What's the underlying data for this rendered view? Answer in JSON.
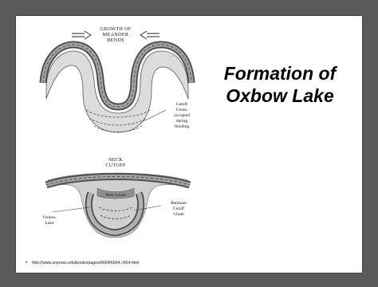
{
  "slide": {
    "title_line1": "Formation of",
    "title_line2": "Oxbow Lake"
  },
  "diagram_top": {
    "label_line1": "GROWTH OF",
    "label_line2": "MEANDER",
    "label_line3": "BENDS",
    "cutoff_note": [
      "Cutoff",
      "Chute,",
      "occupied",
      "during",
      "flooding"
    ]
  },
  "diagram_bottom": {
    "label_line1": "NECK",
    "label_line2": "CUTOFF",
    "new_levee": "New Levee",
    "oxbow_label": [
      "Oxbow",
      "Lake"
    ],
    "remnant_note": [
      "Remnant",
      "Cutoff",
      "Chute"
    ]
  },
  "footer": {
    "source_url": "http://www.ucpress.edu/books/pages/6664/6664.ch04.html"
  }
}
